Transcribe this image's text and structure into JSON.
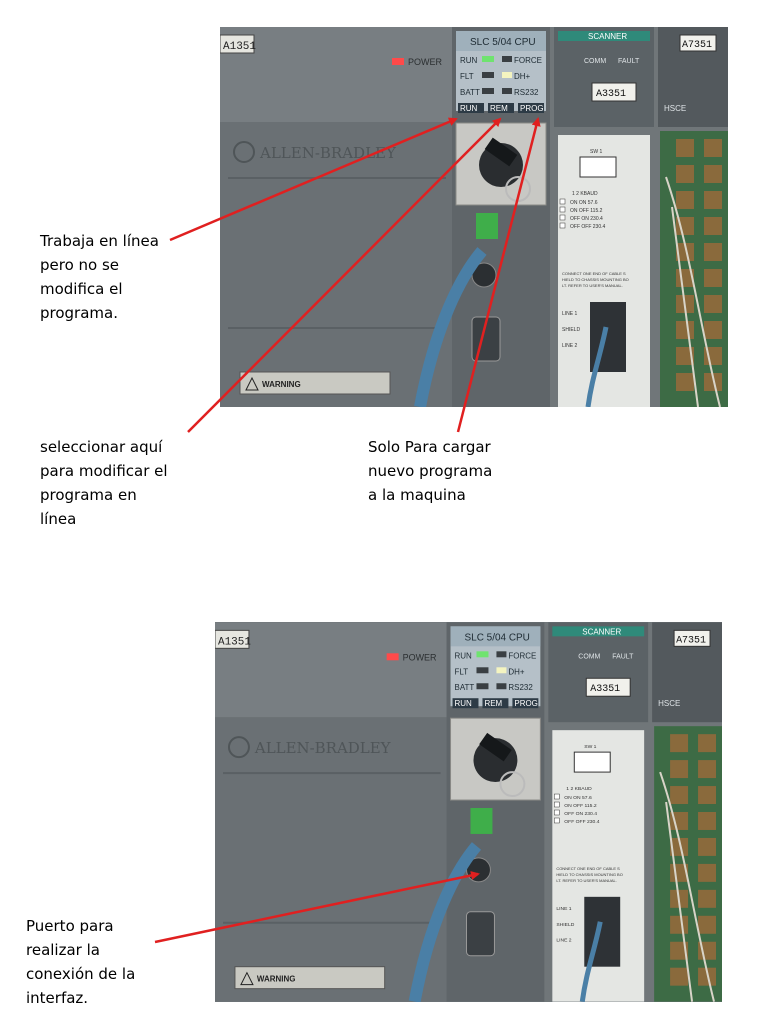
{
  "callouts": {
    "online_no_modify": [
      "Trabaja en línea",
      "pero no se",
      "modifica el",
      "programa."
    ],
    "select_modify_online": [
      "seleccionar aquí",
      "para modificar el",
      "programa en",
      "línea"
    ],
    "load_program": [
      "Solo Para cargar",
      "nuevo programa",
      "a la maquina"
    ],
    "interface_port": [
      "Puerto para",
      "realizar la",
      "conexión de la",
      "interfaz."
    ]
  },
  "plc_photo": {
    "cpu_model": "SLC 5/04 CPU",
    "brand": "ALLEN-BRADLEY",
    "power_led": "POWER",
    "led_labels": [
      "RUN",
      "FORCE",
      "FLT",
      "DH+",
      "BATT",
      "RS232"
    ],
    "keyswitch_positions": [
      "RUN",
      "REM",
      "PROG"
    ],
    "scanner_title": "SCANNER",
    "scanner_leds": [
      "COMM",
      "FAULT"
    ],
    "scanner_tag": "A3351",
    "module_tag_left": "A1351",
    "module_tag_right": "A7351",
    "switch_label": "SW 1",
    "baud_table_header": [
      "1",
      "2",
      "KBAUD"
    ],
    "baud_table_rows": [
      [
        "ON",
        "ON",
        "57.6"
      ],
      [
        "ON",
        "OFF",
        "115.2"
      ],
      [
        "OFF",
        "ON",
        "230.4"
      ],
      [
        "OFF",
        "OFF",
        "230.4"
      ]
    ],
    "shield_note": "CONNECT ONE END OF CABLE SHIELD TO CHASSIS MOUNTING BOLT. REFER TO USER'S MANUAL.",
    "terminal_labels": [
      "LINE 1",
      "SHIELD",
      "LINE 2"
    ],
    "warning_text": "WARNING",
    "hsce_label": "HSCE"
  },
  "colors": {
    "arrow": "#e02020",
    "chassis": "#6f7579",
    "cpu_label_panel": "#b9c4cc",
    "scanner_bar": "#2f8a7a"
  }
}
